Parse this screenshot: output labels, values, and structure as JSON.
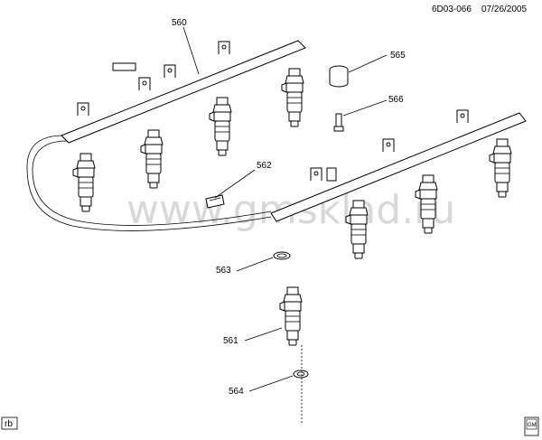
{
  "header": {
    "code": "6D03-066",
    "date": "07/26/2005"
  },
  "watermark": "www.gmsklad.ru",
  "corner_tag": "rb",
  "logo_text": "GM",
  "callouts": [
    {
      "id": "c560",
      "label": "560"
    },
    {
      "id": "c561",
      "label": "561"
    },
    {
      "id": "c562",
      "label": "562"
    },
    {
      "id": "c563",
      "label": "563"
    },
    {
      "id": "c564",
      "label": "564"
    },
    {
      "id": "c565",
      "label": "565"
    },
    {
      "id": "c566",
      "label": "566"
    }
  ]
}
